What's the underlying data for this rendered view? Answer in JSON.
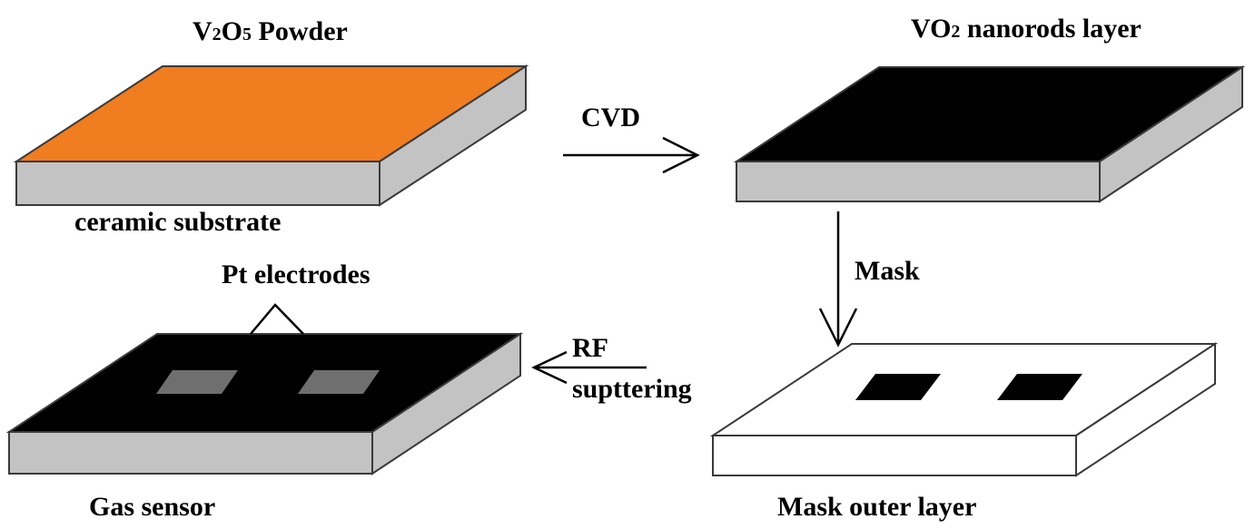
{
  "colors": {
    "orange_top": "#F07D1F",
    "black_top": "#000000",
    "white_top": "#FFFFFF",
    "substrate_side": "#C3C3C3",
    "pt_electrode": "#6F6F6F",
    "outline": "#3A3A3A"
  },
  "labels": {
    "v2o5": {
      "pre": "V",
      "sub1": "2",
      "mid": "O",
      "sub2": "5",
      "post": " Powder"
    },
    "vo2": {
      "pre": "VO",
      "sub1": "2",
      "post": " nanorods layer"
    },
    "ceramic": "ceramic substrate",
    "cvd": "CVD",
    "mask": "Mask",
    "pt": "Pt electrodes",
    "rf_line1": "RF",
    "rf_line2": "supttering",
    "gas": "Gas sensor",
    "mask_outer": "Mask outer layer"
  }
}
